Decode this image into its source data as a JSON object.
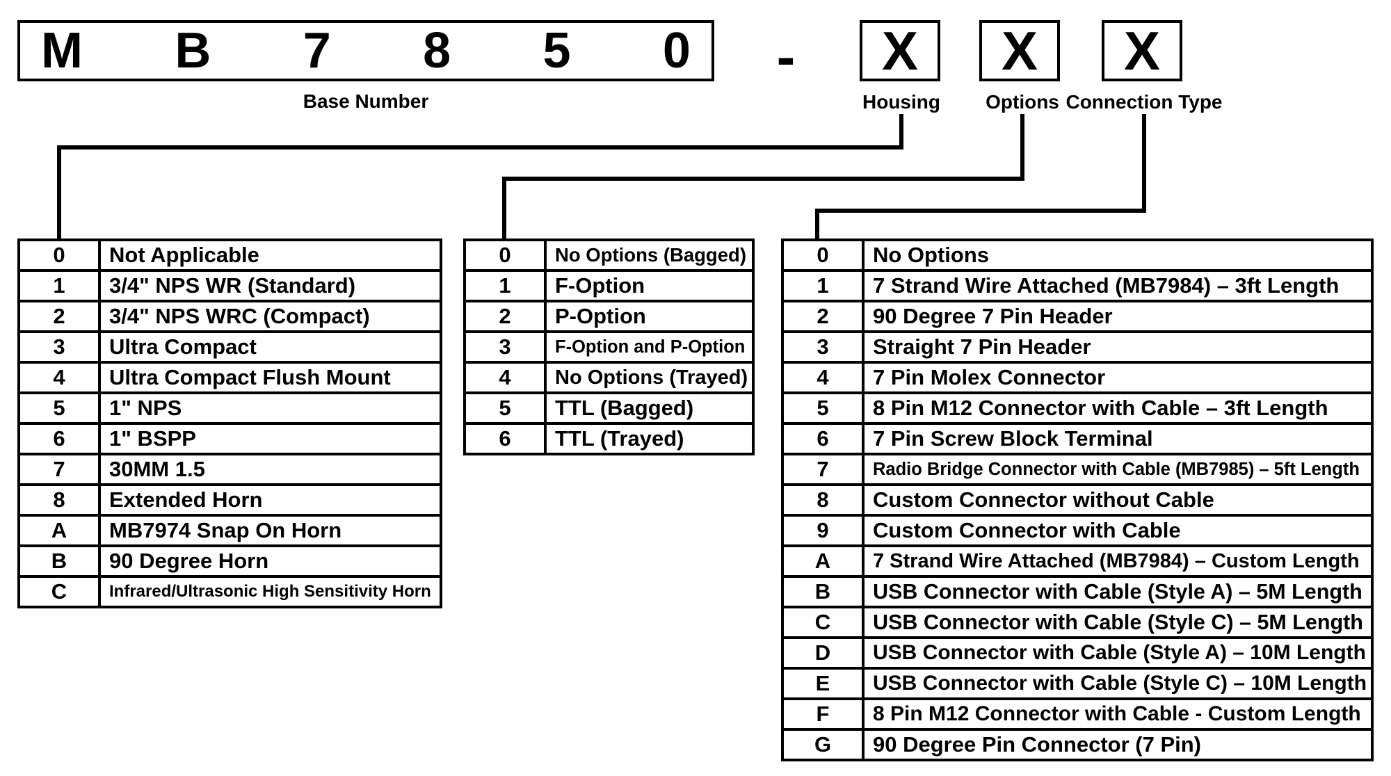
{
  "colors": {
    "ink": "#000000",
    "paper": "#ffffff"
  },
  "part_number": {
    "base": {
      "label": "Base Number",
      "characters": [
        "M",
        "B",
        "7",
        "8",
        "5",
        "0"
      ]
    },
    "separator": "-",
    "fields": [
      {
        "placeholder": "X",
        "label": "Housing"
      },
      {
        "placeholder": "X",
        "label": "Options"
      },
      {
        "placeholder": "X",
        "label": "Connection Type"
      }
    ]
  },
  "tables": {
    "housing": {
      "field": "Housing",
      "rows": [
        {
          "code": "0",
          "description": "Not Applicable"
        },
        {
          "code": "1",
          "description": "3/4\" NPS WR (Standard)"
        },
        {
          "code": "2",
          "description": "3/4\" NPS WRC (Compact)"
        },
        {
          "code": "3",
          "description": "Ultra Compact"
        },
        {
          "code": "4",
          "description": "Ultra Compact Flush Mount"
        },
        {
          "code": "5",
          "description": "1\" NPS"
        },
        {
          "code": "6",
          "description": "1\" BSPP"
        },
        {
          "code": "7",
          "description": "30MM 1.5"
        },
        {
          "code": "8",
          "description": "Extended Horn"
        },
        {
          "code": "A",
          "description": "MB7974 Snap On Horn"
        },
        {
          "code": "B",
          "description": "90 Degree Horn"
        },
        {
          "code": "C",
          "description": "Infrared/Ultrasonic High Sensitivity Horn"
        }
      ]
    },
    "options": {
      "field": "Options",
      "rows": [
        {
          "code": "0",
          "description": "No Options (Bagged)"
        },
        {
          "code": "1",
          "description": "F-Option"
        },
        {
          "code": "2",
          "description": "P-Option"
        },
        {
          "code": "3",
          "description": "F-Option and P-Option"
        },
        {
          "code": "4",
          "description": "No Options (Trayed)"
        },
        {
          "code": "5",
          "description": "TTL (Bagged)"
        },
        {
          "code": "6",
          "description": "TTL (Trayed)"
        }
      ]
    },
    "connection_type": {
      "field": "Connection Type",
      "rows": [
        {
          "code": "0",
          "description": "No Options"
        },
        {
          "code": "1",
          "description": "7 Strand Wire Attached (MB7984) – 3ft Length"
        },
        {
          "code": "2",
          "description": "90 Degree 7 Pin Header"
        },
        {
          "code": "3",
          "description": "Straight 7 Pin Header"
        },
        {
          "code": "4",
          "description": "7 Pin Molex Connector"
        },
        {
          "code": "5",
          "description": "8 Pin M12 Connector with Cable – 3ft Length"
        },
        {
          "code": "6",
          "description": "7 Pin Screw Block Terminal"
        },
        {
          "code": "7",
          "description": "Radio Bridge Connector with Cable (MB7985) – 5ft Length"
        },
        {
          "code": "8",
          "description": "Custom Connector without Cable"
        },
        {
          "code": "9",
          "description": "Custom Connector with Cable"
        },
        {
          "code": "A",
          "description": "7 Strand Wire Attached (MB7984) – Custom Length"
        },
        {
          "code": "B",
          "description": "USB Connector with Cable (Style A) – 5M Length"
        },
        {
          "code": "C",
          "description": "USB Connector with Cable (Style C) – 5M Length"
        },
        {
          "code": "D",
          "description": "USB Connector with Cable (Style A) – 10M Length"
        },
        {
          "code": "E",
          "description": "USB Connector with Cable (Style C) – 10M Length"
        },
        {
          "code": "F",
          "description": "8 Pin M12 Connector with Cable - Custom Length"
        },
        {
          "code": "G",
          "description": "90 Degree Pin Connector (7 Pin)"
        }
      ]
    }
  }
}
